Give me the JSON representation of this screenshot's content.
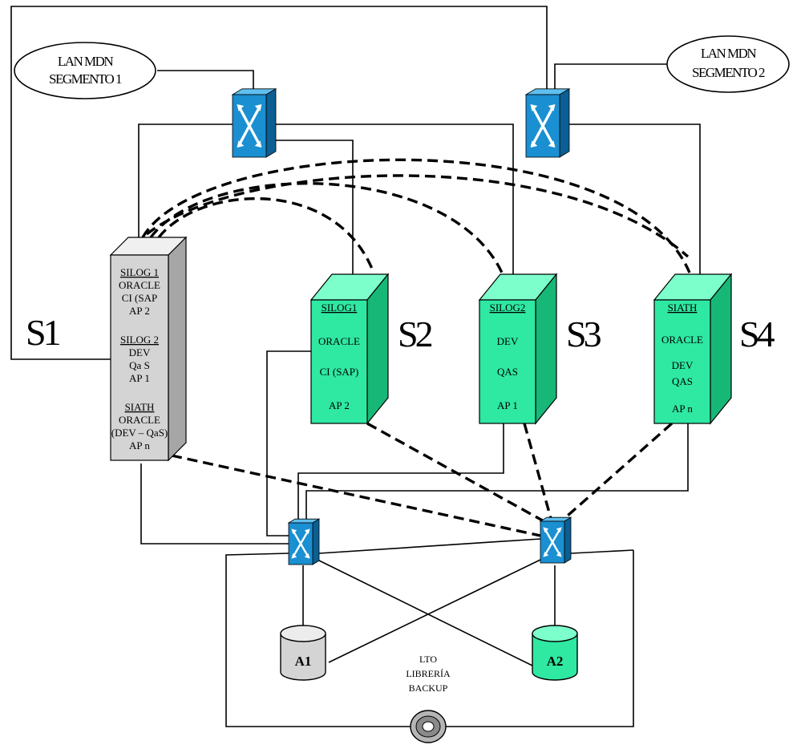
{
  "clouds": [
    {
      "line1": "LAN MDN",
      "line2": "SEGMENTO 1"
    },
    {
      "line1": "LAN MDN",
      "line2": "SEGMENTO 2"
    }
  ],
  "servers": [
    {
      "label": "S1",
      "color": "#d4d4d4",
      "lines": [
        {
          "text": "SILOG 1",
          "underline": true
        },
        {
          "text": "ORACLE",
          "underline": false
        },
        {
          "text": "CI (SAP",
          "underline": false
        },
        {
          "text": "AP 2",
          "underline": false
        },
        {
          "text": "SILOG 2",
          "underline": true
        },
        {
          "text": "DEV",
          "underline": false
        },
        {
          "text": "Qa S",
          "underline": false
        },
        {
          "text": "AP 1",
          "underline": false
        },
        {
          "text": "SIATH",
          "underline": true
        },
        {
          "text": "ORACLE",
          "underline": false
        },
        {
          "text": "(DEV – QaS)",
          "underline": false
        },
        {
          "text": "AP n",
          "underline": false
        }
      ]
    },
    {
      "label": "S2",
      "color": "#2fe8a2",
      "lines": [
        {
          "text": "SILOG1",
          "underline": true
        },
        {
          "text": "ORACLE",
          "underline": false
        },
        {
          "text": "CI (SAP)",
          "underline": false
        },
        {
          "text": "AP 2",
          "underline": false
        }
      ]
    },
    {
      "label": "S3",
      "color": "#2fe8a2",
      "lines": [
        {
          "text": "SILOG2",
          "underline": true
        },
        {
          "text": "DEV",
          "underline": false
        },
        {
          "text": "QAS",
          "underline": false
        },
        {
          "text": "AP 1",
          "underline": false
        }
      ]
    },
    {
      "label": "S4",
      "color": "#2fe8a2",
      "lines": [
        {
          "text": "SIATH",
          "underline": true
        },
        {
          "text": "ORACLE",
          "underline": false
        },
        {
          "text": "DEV",
          "underline": false
        },
        {
          "text": "QAS",
          "underline": false
        },
        {
          "text": "AP n",
          "underline": false
        }
      ]
    }
  ],
  "storage": [
    {
      "label": "A1",
      "color": "#d4d4d4"
    },
    {
      "label": "A2",
      "color": "#2fe8a2"
    }
  ],
  "library": {
    "line1": "LTO",
    "line2": "LIBRERÍA",
    "line3": "BACKUP"
  },
  "colors": {
    "switch": "#1a8fd1",
    "switch_dark": "#0b5f92",
    "line": "#000000"
  }
}
